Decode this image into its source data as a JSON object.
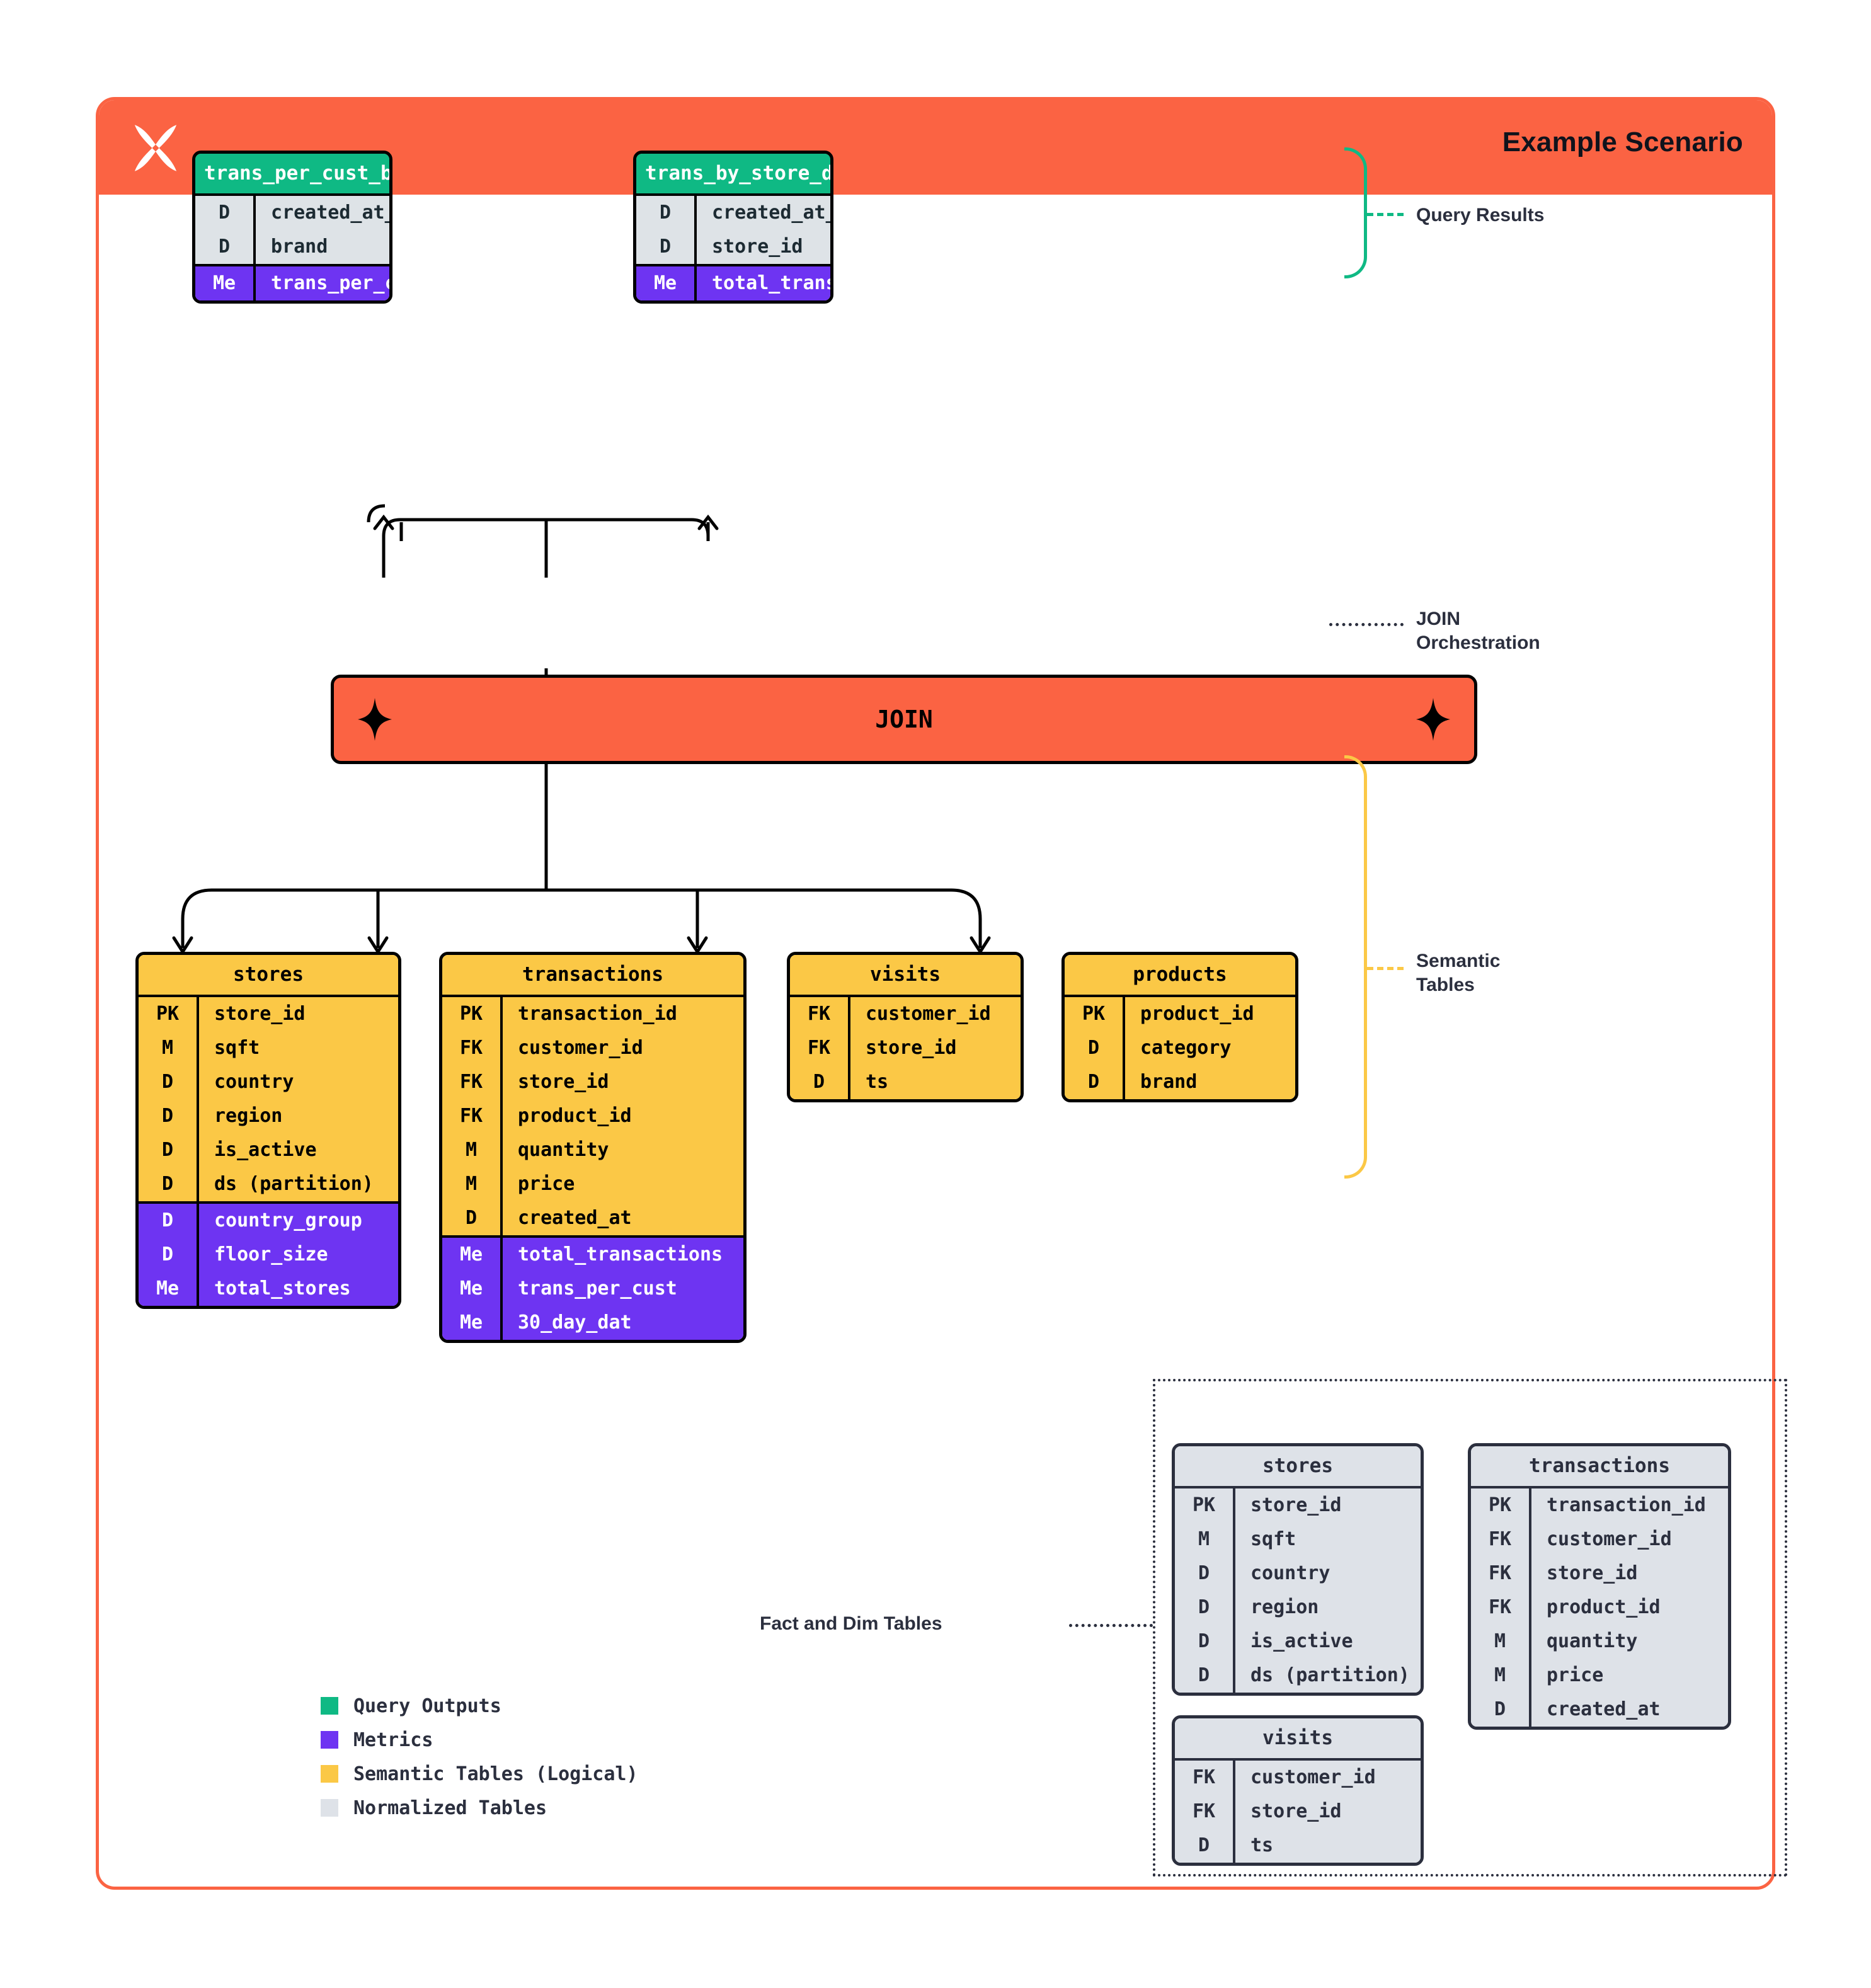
{
  "header": {
    "title": "Example Scenario",
    "logo_icon": "butterfly-x-logo"
  },
  "colors": {
    "brand_orange": "#FB6343",
    "query_green": "#0FB984",
    "metric_purple": "#6E34F2",
    "semantic_amber": "#FBC846",
    "normalized_gray": "#DEE2E8",
    "ink": "#2B2F3E"
  },
  "query_results": {
    "annotation": "Query Results",
    "tables": [
      {
        "name": "trans_per_cust_by_brand_month",
        "columns": [
          {
            "key": "D",
            "value": "created_at_month"
          },
          {
            "key": "D",
            "value": "brand"
          }
        ],
        "metrics": [
          {
            "key": "Me",
            "value": "trans_per_cust"
          }
        ]
      },
      {
        "name": "trans_by_store_day",
        "columns": [
          {
            "key": "D",
            "value": "created_at_day"
          },
          {
            "key": "D",
            "value": "store_id"
          }
        ],
        "metrics": [
          {
            "key": "Me",
            "value": "total_transactions"
          }
        ]
      }
    ]
  },
  "join": {
    "label": "JOIN",
    "annotation_line1": "JOIN",
    "annotation_line2": "Orchestration",
    "spark_icon": "four-point-star-icon"
  },
  "semantic_tables": {
    "annotation_line1": "Semantic",
    "annotation_line2": "Tables",
    "tables": [
      {
        "name": "stores",
        "columns": [
          {
            "key": "PK",
            "value": "store_id"
          },
          {
            "key": "M",
            "value": "sqft"
          },
          {
            "key": "D",
            "value": "country"
          },
          {
            "key": "D",
            "value": "region"
          },
          {
            "key": "D",
            "value": "is_active"
          },
          {
            "key": "D",
            "value": "ds (partition)"
          }
        ],
        "metrics": [
          {
            "key": "D",
            "value": "country_group"
          },
          {
            "key": "D",
            "value": "floor_size"
          },
          {
            "key": "Me",
            "value": "total_stores"
          }
        ]
      },
      {
        "name": "transactions",
        "columns": [
          {
            "key": "PK",
            "value": "transaction_id"
          },
          {
            "key": "FK",
            "value": "customer_id"
          },
          {
            "key": "FK",
            "value": "store_id"
          },
          {
            "key": "FK",
            "value": "product_id"
          },
          {
            "key": "M",
            "value": "quantity"
          },
          {
            "key": "M",
            "value": "price"
          },
          {
            "key": "D",
            "value": "created_at"
          }
        ],
        "metrics": [
          {
            "key": "Me",
            "value": "total_transactions"
          },
          {
            "key": "Me",
            "value": "trans_per_cust"
          },
          {
            "key": "Me",
            "value": "30_day_dat"
          }
        ]
      },
      {
        "name": "visits",
        "columns": [
          {
            "key": "FK",
            "value": "customer_id"
          },
          {
            "key": "FK",
            "value": "store_id"
          },
          {
            "key": "D",
            "value": "ts"
          }
        ],
        "metrics": []
      },
      {
        "name": "products",
        "columns": [
          {
            "key": "PK",
            "value": "product_id"
          },
          {
            "key": "D",
            "value": "category"
          },
          {
            "key": "D",
            "value": "brand"
          }
        ],
        "metrics": []
      }
    ]
  },
  "fact_and_dim": {
    "annotation": "Fact and Dim Tables",
    "tables": [
      {
        "name": "stores",
        "columns": [
          {
            "key": "PK",
            "value": "store_id"
          },
          {
            "key": "M",
            "value": "sqft"
          },
          {
            "key": "D",
            "value": "country"
          },
          {
            "key": "D",
            "value": "region"
          },
          {
            "key": "D",
            "value": "is_active"
          },
          {
            "key": "D",
            "value": "ds (partition)"
          }
        ]
      },
      {
        "name": "transactions",
        "columns": [
          {
            "key": "PK",
            "value": "transaction_id"
          },
          {
            "key": "FK",
            "value": "customer_id"
          },
          {
            "key": "FK",
            "value": "store_id"
          },
          {
            "key": "FK",
            "value": "product_id"
          },
          {
            "key": "M",
            "value": "quantity"
          },
          {
            "key": "M",
            "value": "price"
          },
          {
            "key": "D",
            "value": "created_at"
          }
        ]
      },
      {
        "name": "visits",
        "columns": [
          {
            "key": "FK",
            "value": "customer_id"
          },
          {
            "key": "FK",
            "value": "store_id"
          },
          {
            "key": "D",
            "value": "ts"
          }
        ]
      }
    ]
  },
  "legend": {
    "items": [
      {
        "label": "Query Outputs",
        "color": "#0FB984"
      },
      {
        "label": "Metrics",
        "color": "#6E34F2"
      },
      {
        "label": "Semantic Tables (Logical)",
        "color": "#FBC846"
      },
      {
        "label": "Normalized Tables",
        "color": "#DEE2E8"
      }
    ]
  }
}
